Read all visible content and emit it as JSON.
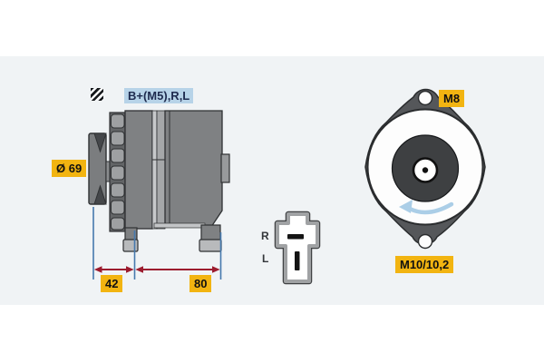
{
  "diagram": {
    "side_view": {
      "pulley_diameter": "Ø 69",
      "terminal_label": "B+(M5),R,L",
      "dim_pulley_offset": "42",
      "dim_body_length": "80"
    },
    "connector": {
      "terminal_top": "R",
      "terminal_bottom": "L"
    },
    "rear_view": {
      "top_mount_thread": "M8",
      "bottom_mount_thread": "M10/10,2"
    },
    "colors": {
      "label_yellow": "#F2B411",
      "label_blue_bg": "#B7D3E8",
      "dimension_red": "#9C1B2E",
      "dimension_blue": "#4679AD",
      "rotation_arrow": "#ABCEE7",
      "body_gray": "#7F8183",
      "panel_bg": "#F0F3F5"
    },
    "icons": {
      "hatch": "hatched-square-icon"
    }
  }
}
